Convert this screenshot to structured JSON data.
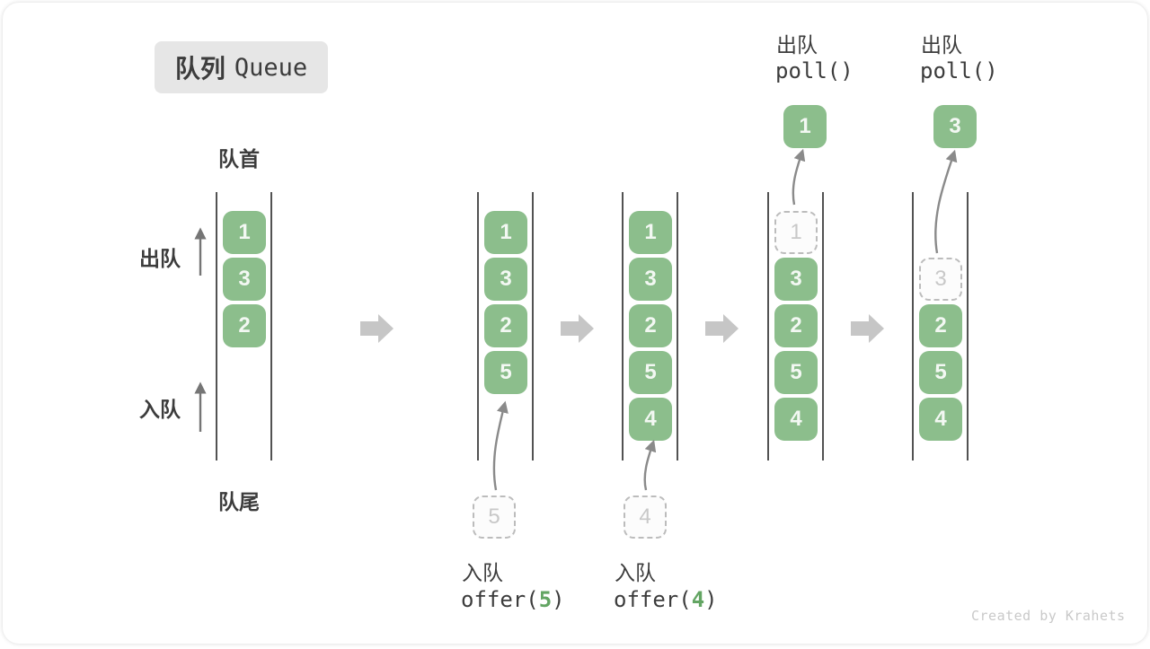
{
  "title": {
    "zh": "队列",
    "en": "Queue"
  },
  "side_labels": {
    "front": "队首",
    "rear": "队尾",
    "dequeue": "出队",
    "enqueue": "入队"
  },
  "colors": {
    "cell_green": "#8cbe8c",
    "cell_text": "#f3f8f3",
    "code_arg_green": "#63a563",
    "ghost_border": "#bcbcbc",
    "flow_arrow_gray": "#c6c6c6",
    "thin_arrow_gray": "#757575",
    "wall_gray": "#525252"
  },
  "queues": [
    {
      "name": "state-initial",
      "cells": [
        {
          "value": "1"
        },
        {
          "value": "3"
        },
        {
          "value": "2"
        }
      ]
    },
    {
      "name": "state-after-offer-5",
      "cells": [
        {
          "value": "1"
        },
        {
          "value": "3"
        },
        {
          "value": "2"
        },
        {
          "value": "5"
        }
      ],
      "incoming": {
        "value": "5"
      },
      "op": {
        "action": "入队",
        "code_open": "offer(",
        "code_arg": "5",
        "code_close": ")"
      }
    },
    {
      "name": "state-after-offer-4",
      "cells": [
        {
          "value": "1"
        },
        {
          "value": "3"
        },
        {
          "value": "2"
        },
        {
          "value": "5"
        },
        {
          "value": "4"
        }
      ],
      "incoming": {
        "value": "4"
      },
      "op": {
        "action": "入队",
        "code_open": "offer(",
        "code_arg": "4",
        "code_close": ")"
      }
    },
    {
      "name": "state-after-poll-1",
      "removed": {
        "value": "1"
      },
      "cells": [
        {
          "value": "3"
        },
        {
          "value": "2"
        },
        {
          "value": "5"
        },
        {
          "value": "4"
        }
      ],
      "result": {
        "value": "1"
      },
      "op": {
        "action": "出队",
        "code": "poll()"
      }
    },
    {
      "name": "state-after-poll-3",
      "removed": {
        "value": "3"
      },
      "cells": [
        {
          "value": "2"
        },
        {
          "value": "5"
        },
        {
          "value": "4"
        }
      ],
      "result": {
        "value": "3"
      },
      "op": {
        "action": "出队",
        "code": "poll()"
      }
    }
  ],
  "credit": "Created by Krahets"
}
